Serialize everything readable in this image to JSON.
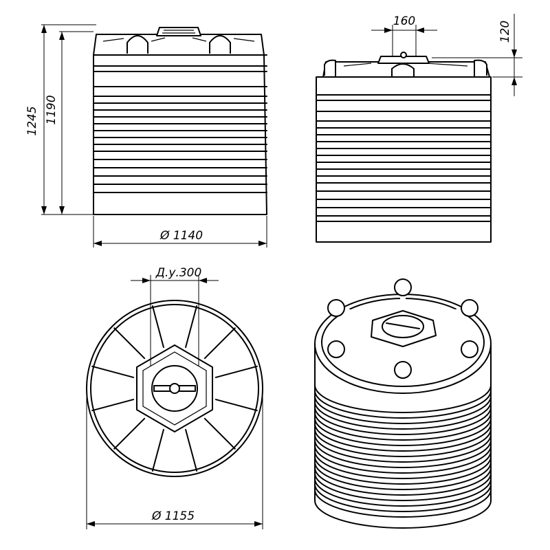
{
  "dimensions": {
    "total_height": "1245",
    "body_height": "1190",
    "body_diameter": "Ø 1140",
    "hatch_width": "160",
    "hatch_height": "120",
    "hatch_nominal": "Д.у.300",
    "base_diameter": "Ø 1155"
  },
  "views": [
    "front-view",
    "side-view",
    "top-view",
    "isometric-view"
  ]
}
